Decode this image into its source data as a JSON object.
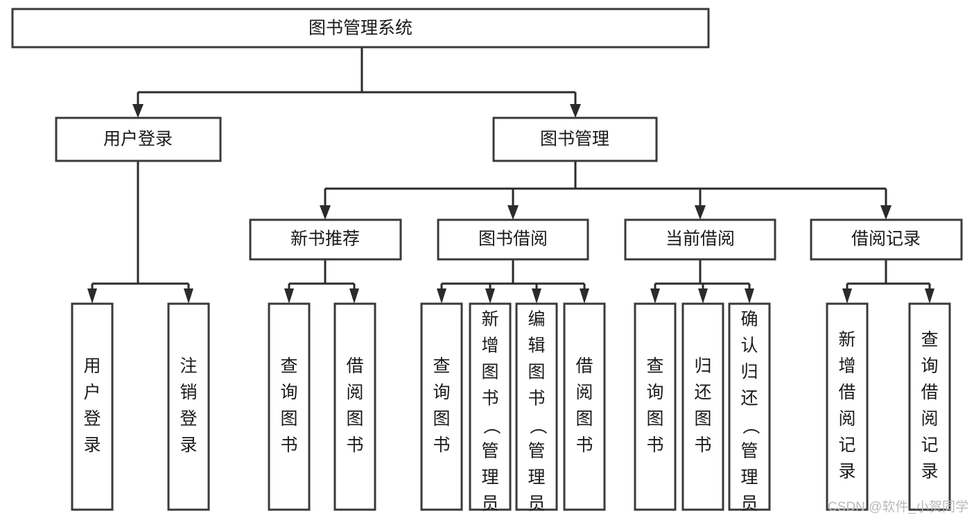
{
  "diagram": {
    "type": "tree-hierarchy",
    "title": "图书管理系统",
    "watermark": "CSDN @软件_小贺同学",
    "levels": 4,
    "nodes": {
      "root": {
        "label": "图书管理系统",
        "orientation": "horizontal"
      },
      "l2": [
        {
          "id": "user-login",
          "label": "用户登录",
          "orientation": "horizontal"
        },
        {
          "id": "book-manage",
          "label": "图书管理",
          "orientation": "horizontal"
        }
      ],
      "l3": [
        {
          "id": "new-book-rec",
          "label": "新书推荐",
          "orientation": "horizontal",
          "parent": "book-manage"
        },
        {
          "id": "book-borrow",
          "label": "图书借阅",
          "orientation": "horizontal",
          "parent": "book-manage"
        },
        {
          "id": "current-borrow",
          "label": "当前借阅",
          "orientation": "horizontal",
          "parent": "book-manage"
        },
        {
          "id": "borrow-record",
          "label": "借阅记录",
          "orientation": "horizontal",
          "parent": "book-manage"
        }
      ],
      "leaves": [
        {
          "id": "leaf-user-login",
          "label": "用户登录",
          "orientation": "vertical",
          "parent": "user-login"
        },
        {
          "id": "leaf-user-logout",
          "label": "注销登录",
          "orientation": "vertical",
          "parent": "user-login"
        },
        {
          "id": "leaf-query-book-1",
          "label": "查询图书",
          "orientation": "vertical",
          "parent": "new-book-rec"
        },
        {
          "id": "leaf-borrow-book-1",
          "label": "借阅图书",
          "orientation": "vertical",
          "parent": "new-book-rec"
        },
        {
          "id": "leaf-query-book-2",
          "label": "查询图书",
          "orientation": "vertical",
          "parent": "book-borrow"
        },
        {
          "id": "leaf-add-book",
          "label": "新增图书（管理员）",
          "orientation": "vertical",
          "parent": "book-borrow"
        },
        {
          "id": "leaf-edit-book",
          "label": "编辑图书（管理员）",
          "orientation": "vertical",
          "parent": "book-borrow"
        },
        {
          "id": "leaf-borrow-book-2",
          "label": "借阅图书",
          "orientation": "vertical",
          "parent": "book-borrow"
        },
        {
          "id": "leaf-query-book-3",
          "label": "查询图书",
          "orientation": "vertical",
          "parent": "current-borrow"
        },
        {
          "id": "leaf-return-book",
          "label": "归还图书",
          "orientation": "vertical",
          "parent": "current-borrow"
        },
        {
          "id": "leaf-confirm-return",
          "label": "确认归还（管理员）",
          "orientation": "vertical",
          "parent": "current-borrow"
        },
        {
          "id": "leaf-add-record",
          "label": "新增借阅记录",
          "orientation": "vertical",
          "parent": "borrow-record"
        },
        {
          "id": "leaf-query-record",
          "label": "查询借阅记录",
          "orientation": "vertical",
          "parent": "borrow-record"
        }
      ]
    },
    "colors": {
      "box_fill": "#ffffff",
      "box_stroke": "#3a3a3a",
      "connector": "#2b2b2b",
      "text": "#1a1a1a",
      "watermark": "#b9b9b9",
      "background": "#ffffff"
    }
  }
}
